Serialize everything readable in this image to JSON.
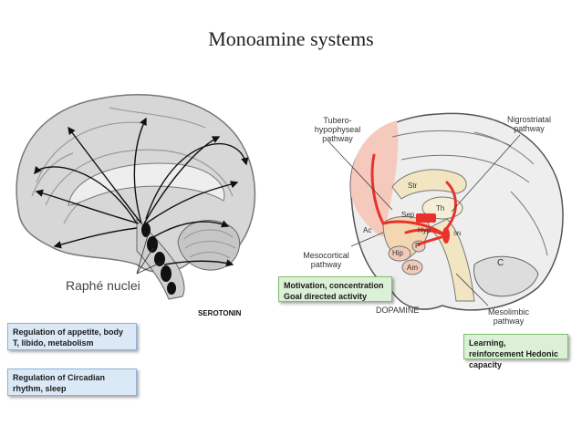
{
  "title": "Monoamine systems",
  "serotonin": {
    "system_label": "SEROTONIN",
    "nuclei_label": "Raphé nuclei",
    "functions": [
      "Regulation of appetite, body T, libido, metabolism",
      "Regulation of Circadian rhythm, sleep"
    ]
  },
  "dopamine": {
    "system_label": "DOPAMINE",
    "pathways": {
      "tubero": "Tubero-hypophyseal pathway",
      "nigro": "Nigrostriatal pathway",
      "meso_cortical": "Mesocortical pathway",
      "meso_limbic": "Mesolimbic pathway"
    },
    "regions": {
      "str": "Str",
      "th": "Th",
      "sep": "Sep",
      "ac": "Ac",
      "hyp": "Hyp",
      "sn": "SN",
      "hip": "Hip",
      "p": "P",
      "am": "Am",
      "c": "C"
    },
    "functions": {
      "mesocortical": "Motivation, concentration Goal directed activity",
      "mesolimbic": "Learning, reinforcement Hedonic capacity"
    }
  },
  "colors": {
    "box_blue": "#dbe9f7",
    "box_green": "#dbf0d6",
    "pathway_red": "#e8322b",
    "cortex_pink": "#f6c9bd"
  }
}
